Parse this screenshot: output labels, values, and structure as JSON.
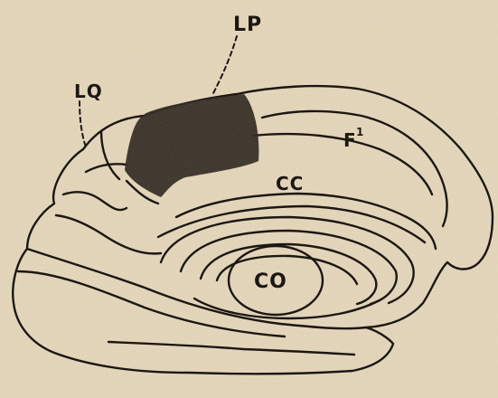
{
  "diagram": {
    "labels": {
      "lp": "LP",
      "lq": "LQ",
      "f1_main": "F",
      "f1_sup": "1",
      "cc": "CC",
      "co": "CO"
    },
    "colors": {
      "paper": "#e6d8bd",
      "ink": "#1c1712",
      "lesion": "#2a2520"
    }
  }
}
